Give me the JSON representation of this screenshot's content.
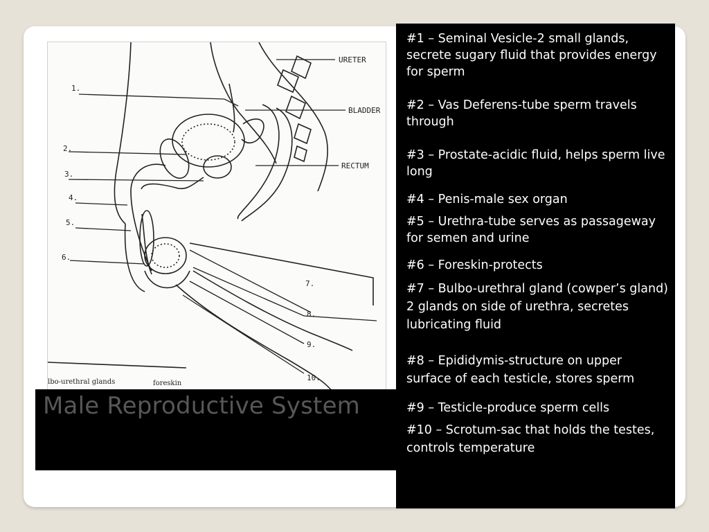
{
  "slide": {
    "title": "Male Reproductive System",
    "diagram": {
      "labels": {
        "ureter": "URETER",
        "bladder": "BLADDER",
        "rectum": "RECTUM",
        "n1": "1.",
        "n2": "2.",
        "n3": "3.",
        "n4": "4.",
        "n5": "5.",
        "n6": "6.",
        "n7": "7.",
        "n8": "8.",
        "n9": "9.",
        "n10": "10.",
        "bulbo_urethral": "lbo-urethral glands",
        "foreskin": "foreskin"
      }
    },
    "descriptions": [
      "#1 – Seminal Vesicle-2 small glands, secrete sugary fluid that provides energy for sperm",
      "#2 – Vas Deferens-tube sperm travels through",
      "#3 – Prostate-acidic fluid, helps sperm live long",
      "#4 – Penis-male sex organ",
      "#5 – Urethra-tube serves as passageway for semen and urine",
      "#6 – Foreskin-protects",
      "#7 – Bulbo-urethral  gland (cowper’s gland) 2 glands on side of urethra, secretes lubricating fluid",
      "#8 – Epididymis-structure on upper surface of each testicle, stores sperm",
      "#9 – Testicle-produce sperm cells",
      "#10 – Scrotum-sac that holds the testes, controls temperature"
    ]
  }
}
